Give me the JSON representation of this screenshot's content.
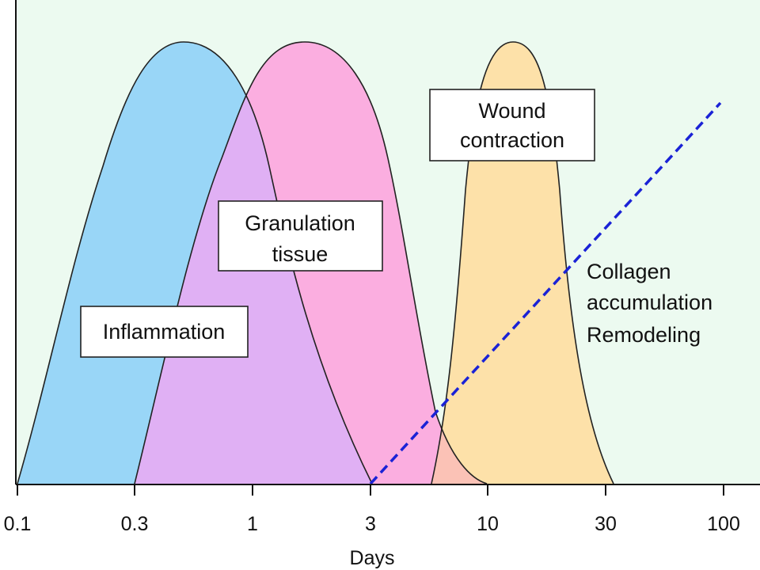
{
  "axis": {
    "xlabel": "Days",
    "ticks": [
      "0.1",
      "0.3",
      "1",
      "3",
      "10",
      "30",
      "100"
    ],
    "scale": "log"
  },
  "phases": [
    {
      "name": "inflammation",
      "lines": [
        "Inflammation"
      ],
      "color": "#99d6f7"
    },
    {
      "name": "granulation",
      "lines": [
        "Granulation",
        "tissue"
      ],
      "color": "#fbaee0"
    },
    {
      "name": "wound-contraction",
      "lines": [
        "Wound",
        "contraction"
      ],
      "color": "#fde1a9"
    }
  ],
  "overlap_colors": {
    "inflammation_granulation": "#e0b0f4",
    "granulation_contraction": "#fbc2b6"
  },
  "collagen": {
    "lines": [
      "Collagen",
      "accumulation",
      "Remodeling"
    ],
    "color": "#1a22d6",
    "style": "dashed"
  },
  "background_color": "#ecfaf0"
}
